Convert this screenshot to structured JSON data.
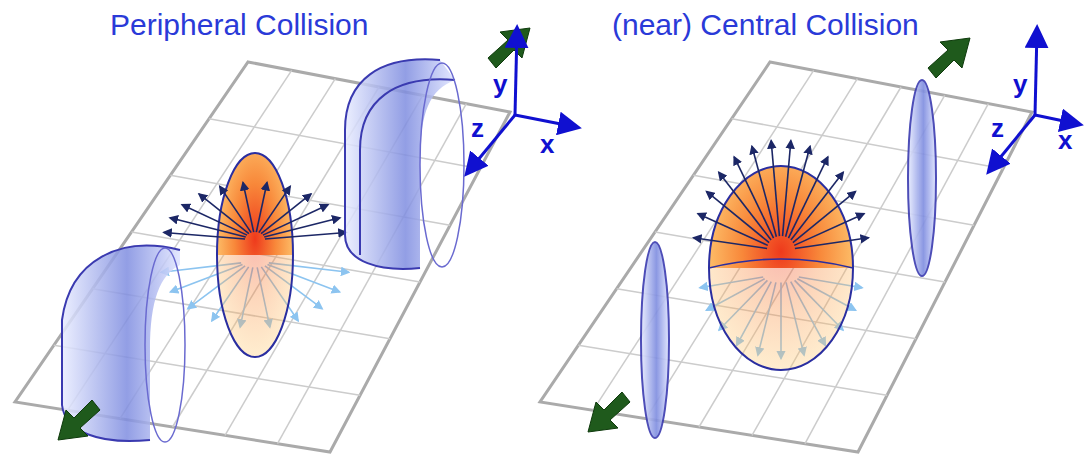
{
  "diagram": {
    "labels": [
      "Peripheral Collision",
      "y",
      "z",
      "x",
      "(near) Central Collision",
      "y",
      "z",
      "x"
    ]
  }
}
